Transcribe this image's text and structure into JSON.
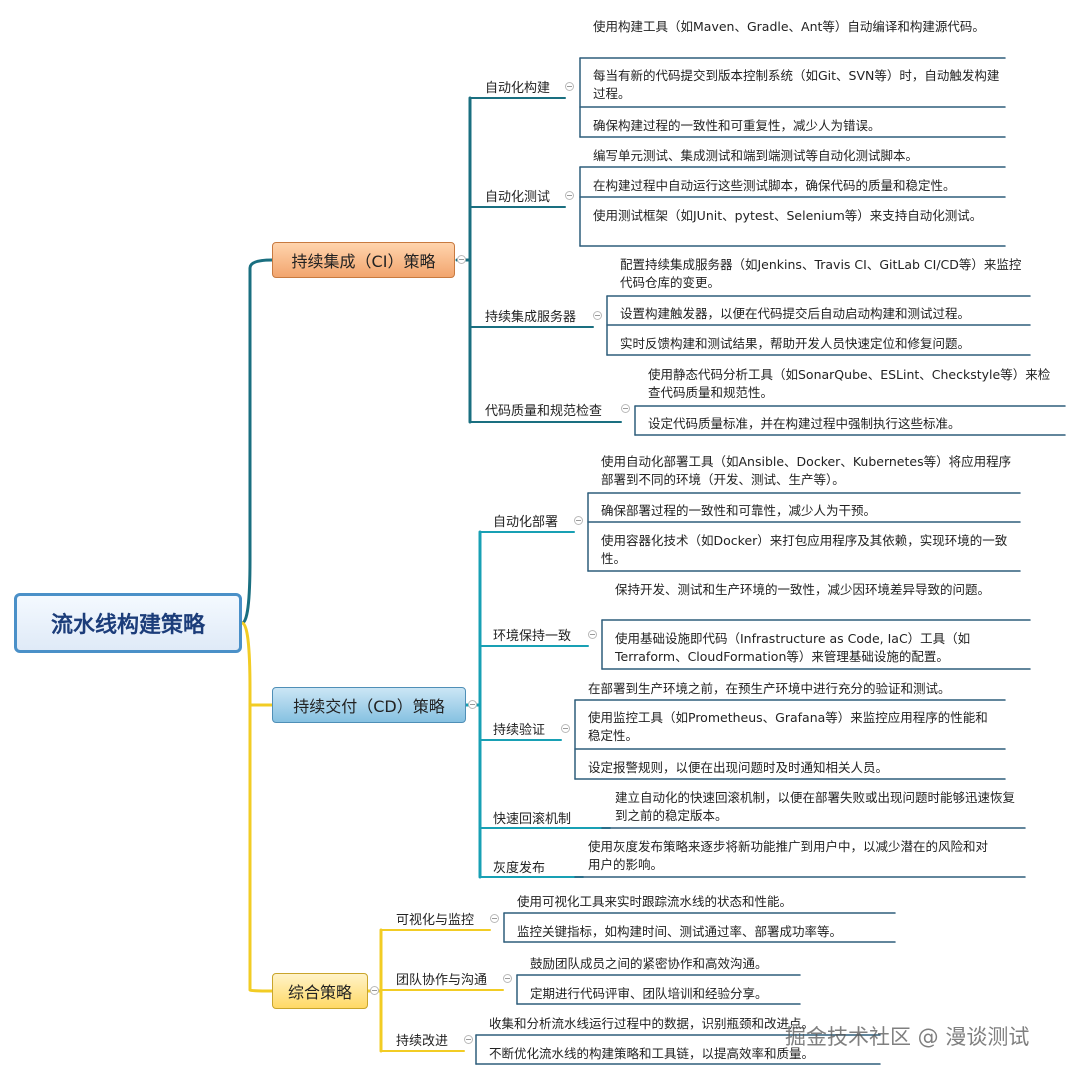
{
  "colors": {
    "ci": "#1a6f80",
    "cd": "#18a0b4",
    "overall": "#f2cc24",
    "leaf_line": "#2f5e7c"
  },
  "root": {
    "label": "流水线构建策略"
  },
  "branches": [
    {
      "label": "持续集成（CI）策略",
      "subs": [
        {
          "label": "自动化构建",
          "items": [
            "使用构建工具（如Maven、Gradle、Ant等）自动编译和构建源代码。",
            "每当有新的代码提交到版本控制系统（如Git、SVN等）时，自动触发构建过程。",
            "确保构建过程的一致性和可重复性，减少人为错误。"
          ]
        },
        {
          "label": "自动化测试",
          "items": [
            "编写单元测试、集成测试和端到端测试等自动化测试脚本。",
            "在构建过程中自动运行这些测试脚本，确保代码的质量和稳定性。",
            "使用测试框架（如JUnit、pytest、Selenium等）来支持自动化测试。"
          ]
        },
        {
          "label": "持续集成服务器",
          "items": [
            "配置持续集成服务器（如Jenkins、Travis CI、GitLab CI/CD等）来监控代码仓库的变更。",
            "设置构建触发器，以便在代码提交后自动启动构建和测试过程。",
            "实时反馈构建和测试结果，帮助开发人员快速定位和修复问题。"
          ]
        },
        {
          "label": "代码质量和规范检查",
          "items": [
            "使用静态代码分析工具（如SonarQube、ESLint、Checkstyle等）来检查代码质量和规范性。",
            "设定代码质量标准，并在构建过程中强制执行这些标准。"
          ]
        }
      ]
    },
    {
      "label": "持续交付（CD）策略",
      "subs": [
        {
          "label": "自动化部署",
          "items": [
            "使用自动化部署工具（如Ansible、Docker、Kubernetes等）将应用程序部署到不同的环境（开发、测试、生产等）。",
            "确保部署过程的一致性和可靠性，减少人为干预。",
            "使用容器化技术（如Docker）来打包应用程序及其依赖，实现环境的一致性。"
          ]
        },
        {
          "label": "环境保持一致",
          "items": [
            "保持开发、测试和生产环境的一致性，减少因环境差异导致的问题。",
            "使用基础设施即代码（Infrastructure as Code, IaC）工具（如Terraform、CloudFormation等）来管理基础设施的配置。"
          ]
        },
        {
          "label": "持续验证",
          "items": [
            "在部署到生产环境之前，在预生产环境中进行充分的验证和测试。",
            "使用监控工具（如Prometheus、Grafana等）来监控应用程序的性能和稳定性。",
            "设定报警规则，以便在出现问题时及时通知相关人员。"
          ]
        },
        {
          "label": "快速回滚机制",
          "items": [
            "建立自动化的快速回滚机制，以便在部署失败或出现问题时能够迅速恢复到之前的稳定版本。"
          ]
        },
        {
          "label": "灰度发布",
          "items": [
            "使用灰度发布策略来逐步将新功能推广到用户中，以减少潜在的风险和对用户的影响。"
          ]
        }
      ]
    },
    {
      "label": "综合策略",
      "subs": [
        {
          "label": "可视化与监控",
          "items": [
            "使用可视化工具来实时跟踪流水线的状态和性能。",
            "监控关键指标，如构建时间、测试通过率、部署成功率等。"
          ]
        },
        {
          "label": "团队协作与沟通",
          "items": [
            "鼓励团队成员之间的紧密协作和高效沟通。",
            "定期进行代码评审、团队培训和经验分享。"
          ]
        },
        {
          "label": "持续改进",
          "items": [
            "收集和分析流水线运行过程中的数据，识别瓶颈和改进点。",
            "不断优化流水线的构建策略和工具链，以提高效率和质量。"
          ]
        }
      ]
    }
  ],
  "watermark": "掘金技术社区 @ 漫谈测试"
}
